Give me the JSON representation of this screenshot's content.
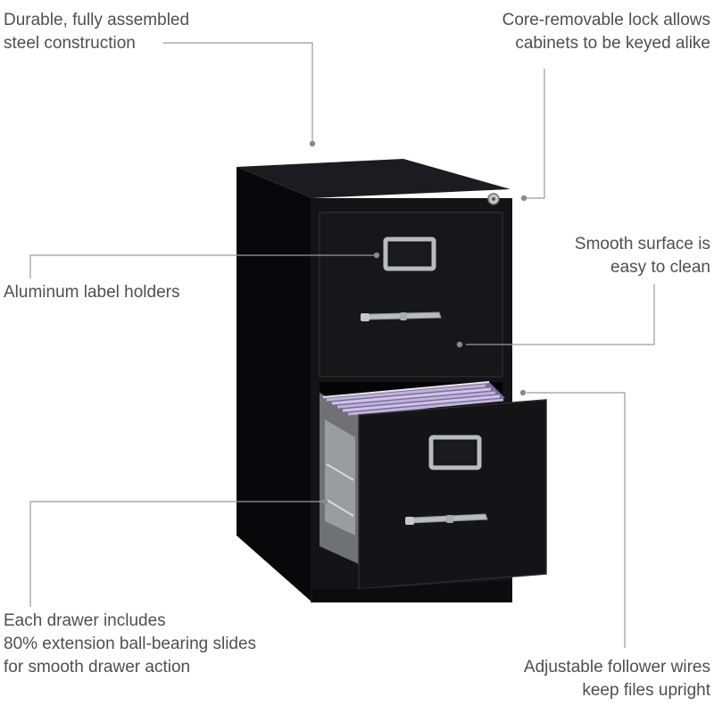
{
  "callouts": {
    "steel": {
      "lines": [
        "Durable, fully assembled",
        "steel construction"
      ]
    },
    "lock": {
      "lines": [
        "Core-removable lock allows",
        "cabinets to be keyed alike"
      ]
    },
    "surface": {
      "lines": [
        "Smooth surface is",
        "easy to clean"
      ]
    },
    "label_holders": {
      "lines": [
        "Aluminum label holders"
      ]
    },
    "slides": {
      "lines": [
        "Each drawer includes",
        "80% extension ball-bearing slides",
        "for smooth drawer action"
      ]
    },
    "follower": {
      "lines": [
        "Adjustable follower wires",
        "keep files upright"
      ]
    }
  },
  "colors": {
    "cabinet": "#111114",
    "cabinet_side": "#0a0a0c",
    "hardware": "#b9bbbe",
    "folders": "#7e6aa6",
    "leader": "#9a9a9a",
    "text": "#4f4f4f"
  }
}
